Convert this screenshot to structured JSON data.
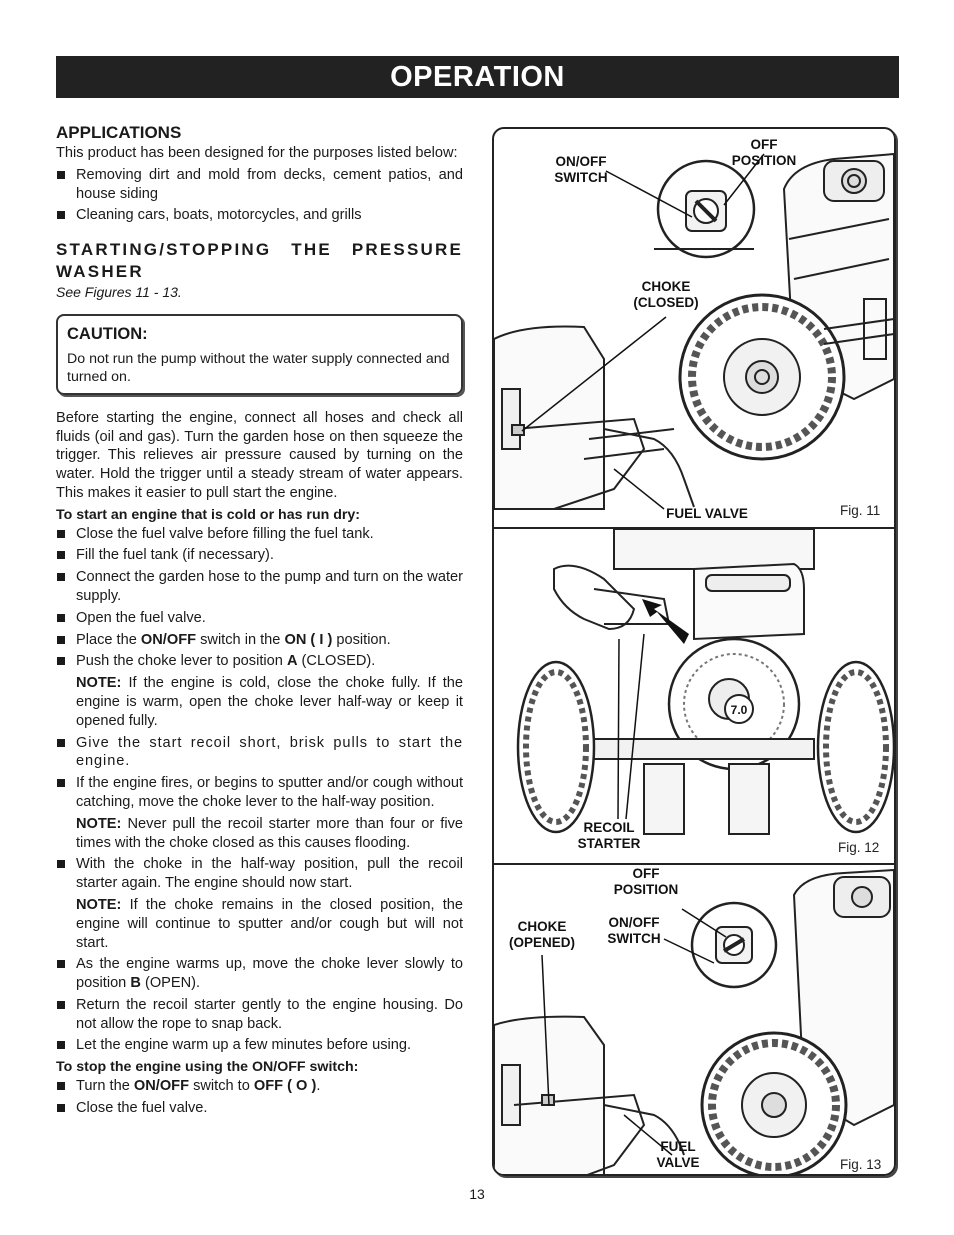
{
  "header": {
    "title": "OPERATION"
  },
  "applications": {
    "heading": "APPLICATIONS",
    "intro": "This product has been designed for the purposes listed below:",
    "items": [
      "Removing dirt and mold from decks, cement patios, and house siding",
      "Cleaning cars, boats, motorcycles, and grills"
    ]
  },
  "starting": {
    "heading": "STARTING/STOPPING THE PRESSURE WASHER",
    "see_figures": "See Figures 11 - 13.",
    "caution_title": "CAUTION:",
    "caution_text": "Do not run the pump without the water supply connected and turned on.",
    "intro": "Before starting the engine, connect all hoses and check all fluids (oil and gas). Turn the garden hose on then squeeze the trigger. This relieves air pressure caused by turning on the water. Hold the trigger until a steady stream of water appears. This makes it easier to pull start the engine.",
    "cold_heading": "To start an engine that is cold or has run dry:",
    "step1": "Close the fuel valve before filling the fuel tank.",
    "step2": "Fill the fuel tank (if necessary).",
    "step3": "Connect the garden hose to the pump and turn on the water supply.",
    "step4": "Open the fuel valve.",
    "step5": {
      "pre": "Place the ",
      "b1": "ON/OFF",
      "mid": " switch in the ",
      "b2": "ON ( I )",
      "post": " position."
    },
    "step6": {
      "pre": "Push the choke lever to position ",
      "b1": "A",
      "post": " (CLOSED)."
    },
    "note1": {
      "label": "NOTE:",
      "text": " If the engine is cold, close the choke fully. If the engine is warm, open the choke lever half-way or keep it opened fully."
    },
    "step7": "Give the start recoil short, brisk pulls to start the engine.",
    "step8": "If the engine fires, or begins to sputter and/or cough without catching, move the choke lever to the half-way position.",
    "note2": {
      "label": "NOTE:",
      "text": " Never pull the recoil starter more than four or five times with the choke closed as this causes flooding."
    },
    "step9": "With the choke in the half-way position, pull the recoil starter again. The engine should now start.",
    "note3": {
      "label": "NOTE:",
      "text": "  If the choke remains in the closed position, the engine will continue to sputter and/or cough but will not start."
    },
    "step10": {
      "pre": "As the engine warms up, move the choke lever slowly to position ",
      "b1": "B",
      "post": " (OPEN)."
    },
    "step11": "Return the recoil starter gently to the engine housing. Do not allow the rope to snap back.",
    "step12": "Let the engine warm up a few minutes before using.",
    "stop_heading": "To stop the engine using the ON/OFF switch:",
    "stop1": {
      "pre": "Turn the ",
      "b1": "ON/OFF",
      "mid": " switch to ",
      "b2": "OFF ( O )",
      "post": "."
    },
    "stop2": "Close the fuel valve."
  },
  "figures": {
    "fig11": {
      "onoff_switch": "ON/OFF\nSWITCH",
      "off_position": "OFF\nPOSITION",
      "choke": "CHOKE\n(CLOSED)",
      "fuel_valve": "FUEL VALVE",
      "caption": "Fig. 11"
    },
    "fig12": {
      "recoil_starter": "RECOIL\nSTARTER",
      "engine_badge": "7.0",
      "caption": "Fig. 12"
    },
    "fig13": {
      "off_position": "OFF\nPOSITION",
      "choke": "CHOKE\n(OPENED)",
      "onoff_switch": "ON/OFF\nSWITCH",
      "fuel_valve": "FUEL\nVALVE",
      "caption": "Fig. 13"
    }
  },
  "page_number": "13"
}
